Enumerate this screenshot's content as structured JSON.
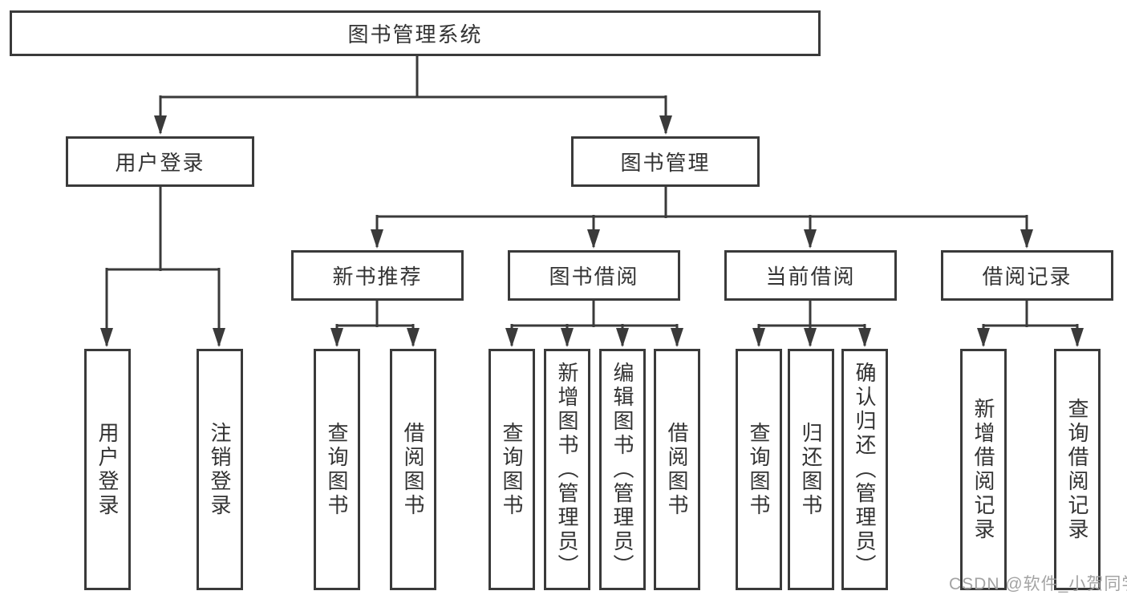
{
  "nodes": {
    "root": "图书管理系统",
    "user_login": "用户登录",
    "book_mgmt": "图书管理",
    "new_book": "新书推荐",
    "book_borrow": "图书借阅",
    "current_borrow": "当前借阅",
    "borrow_record": "借阅记录"
  },
  "leaves": {
    "user_login": [
      "用户登录",
      "注销登录"
    ],
    "new_book": [
      "查询图书",
      "借阅图书"
    ],
    "book_borrow": [
      "查询图书",
      "新增图书（管理员）",
      "编辑图书（管理员）",
      "借阅图书"
    ],
    "current_borrow": [
      "查询图书",
      "归还图书",
      "确认归还（管理员）"
    ],
    "borrow_record": [
      "新增借阅记录",
      "查询借阅记录"
    ]
  },
  "watermark": "CSDN @软件_小贺同学",
  "colors": {
    "line": "#3a3a3a",
    "text": "#333333",
    "watermark": "#9e9e9e",
    "background": "#ffffff"
  }
}
